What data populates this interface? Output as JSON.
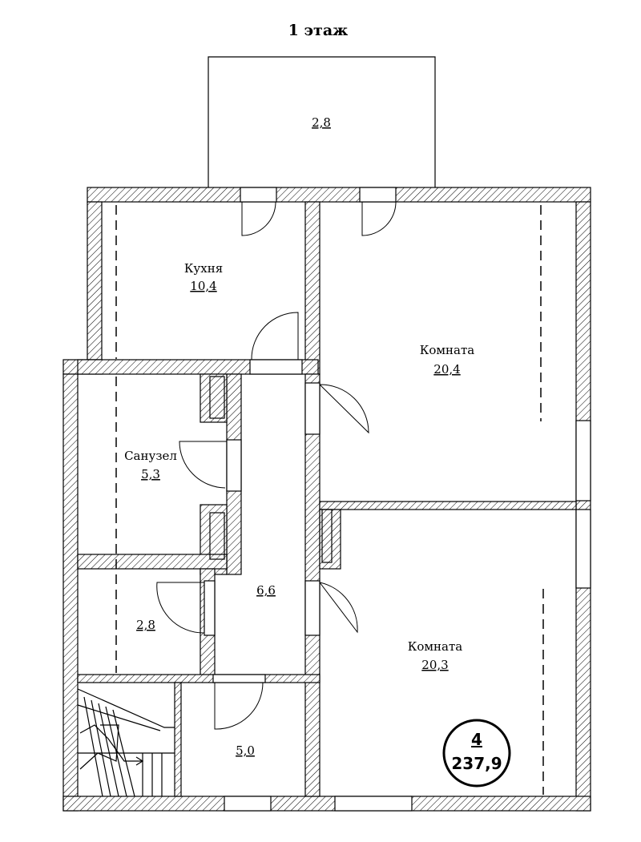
{
  "plan": {
    "title": "1 этаж",
    "rooms": {
      "terrace": {
        "area": "2,8"
      },
      "kitchen": {
        "name": "Кухня",
        "area": "10,4"
      },
      "room_a": {
        "name": "Комната",
        "area": "20,4"
      },
      "bathroom": {
        "name": "Санузел",
        "area": "5,3"
      },
      "hall": {
        "area": "6,6"
      },
      "storage": {
        "area": "2,8"
      },
      "room_b": {
        "name": "Комната",
        "area": "20,3"
      },
      "stair_hall": {
        "area": "5,0"
      }
    },
    "badge": {
      "number": "4",
      "total": "237,9"
    }
  }
}
